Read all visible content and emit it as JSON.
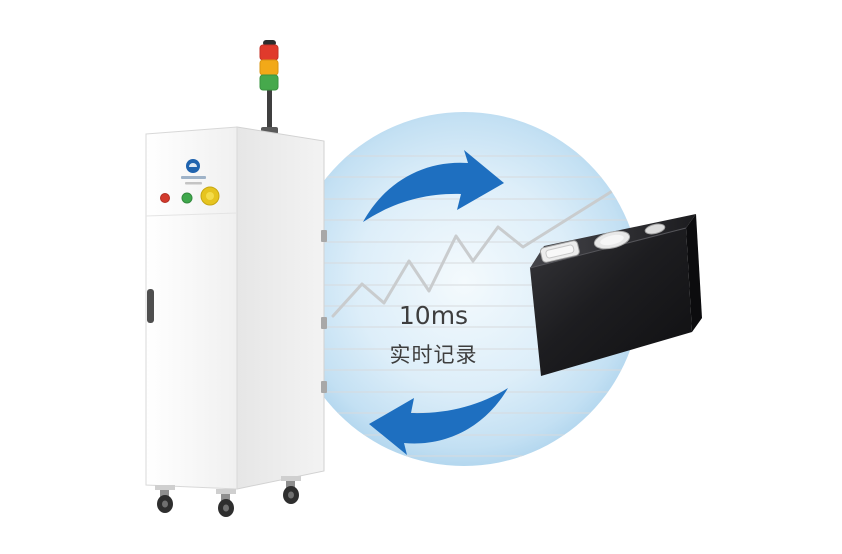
{
  "page": {
    "background": "#ffffff"
  },
  "illustration": {
    "caption": {
      "line1": "10ms",
      "line2": "实时记录"
    },
    "colors": {
      "arrow_blue": "#1e6fc0",
      "circle_edge_blue": "#abd2ec",
      "circle_center": "#f4fafd",
      "trend_line_gray": "#c9ccce",
      "ruled_line_gray": "#d7dadd",
      "tower_red": "#e03a2c",
      "tower_yellow": "#f2a918",
      "tower_green": "#46a94c",
      "indicator_red": "#d23a2c",
      "indicator_green": "#3fa84c",
      "indicator_yellow": "#e6c41f",
      "battery_body": "#1a1a1d",
      "cabinet_white": "#f7f7f7",
      "caption_text": "#3e3e3e"
    },
    "icons": {
      "signal_tower_icon": "stacked red/yellow/green light rects on pole",
      "clockwise_arrow_icon": "blue curved swoosh arrow pointing right",
      "counterclockwise_arrow_icon": "blue curved swoosh arrow pointing left",
      "trend_line_icon": "gray zigzag rising polyline"
    }
  }
}
